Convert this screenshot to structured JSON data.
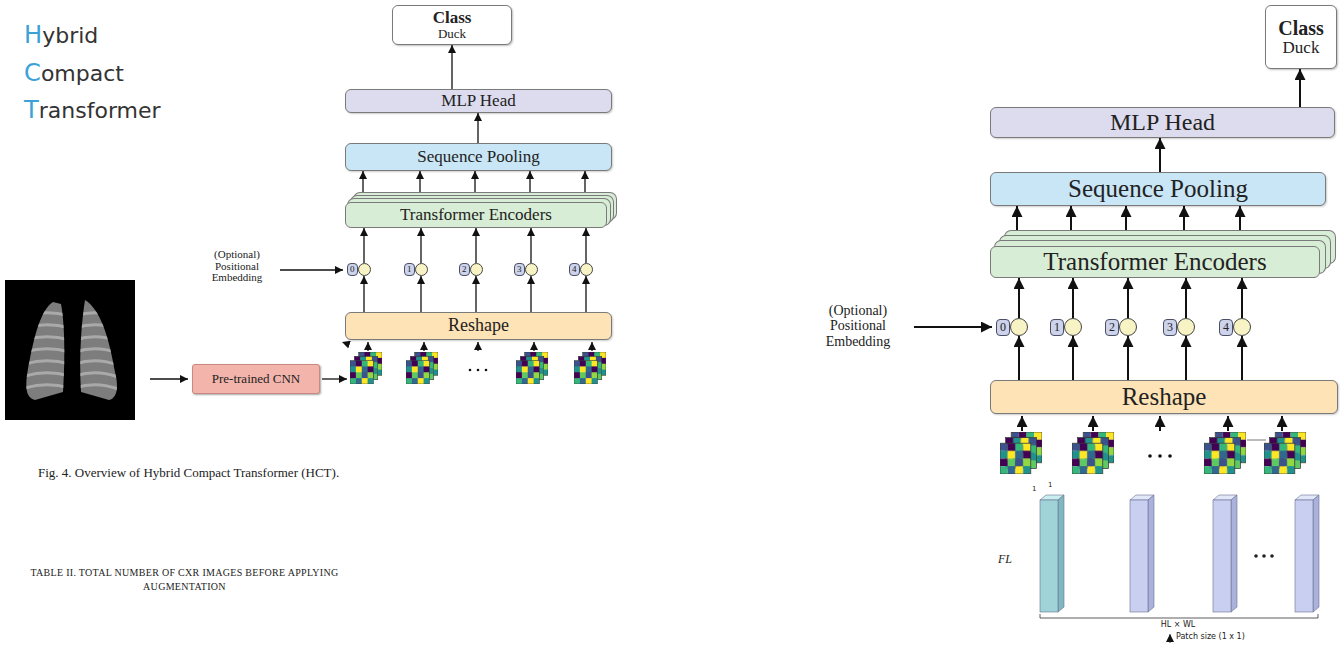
{
  "diagram": {
    "caption": "Fig. 4. Overview of Hybrid Compact Transformer (HCT).",
    "nodes": [
      {
        "text": [
          "Class",
          "Duck"
        ]
      },
      {
        "text": [
          "MLP Head"
        ]
      },
      {
        "text": [
          "Sequence Pooling"
        ]
      },
      {
        "text": [
          "Transformer Encoders"
        ]
      },
      {
        "text": [
          "0"
        ]
      },
      {
        "text": [
          "1"
        ]
      },
      {
        "text": [
          "2"
        ]
      },
      {
        "text": [
          "3"
        ]
      },
      {
        "text": [
          "4"
        ]
      },
      {
        "text": [
          "Reshape"
        ]
      },
      {
        "text": [
          "Pre-trained CNN"
        ]
      },
      {
        "text": [
          "Class",
          "Duck"
        ]
      },
      {
        "text": [
          "MLP Head"
        ]
      },
      {
        "text": [
          "Sequence Pooling"
        ]
      },
      {
        "text": [
          "Transformer Encoders"
        ]
      },
      {
        "text": [
          "0"
        ]
      },
      {
        "text": [
          "1"
        ]
      },
      {
        "text": [
          "2"
        ]
      },
      {
        "text": [
          "3"
        ]
      },
      {
        "text": [
          "4"
        ]
      },
      {
        "text": [
          "Reshape"
        ]
      }
    ],
    "edges": [
      {
        "from": 1,
        "to": 0,
        "arrow": "to"
      },
      {
        "from": 2,
        "to": 1,
        "arrow": "to"
      },
      {
        "from": 3,
        "to": 2,
        "arrow": "to"
      },
      {
        "from": 3,
        "to": 2,
        "arrow": "to"
      },
      {
        "from": 3,
        "to": 2,
        "arrow": "to"
      },
      {
        "from": 3,
        "to": 2,
        "arrow": "to"
      },
      {
        "from": 3,
        "to": 2,
        "arrow": "to"
      },
      {
        "from": 4,
        "to": 3,
        "arrow": "to"
      },
      {
        "from": 5,
        "to": 3,
        "arrow": "to"
      },
      {
        "from": 6,
        "to": 3,
        "arrow": "to"
      },
      {
        "from": 7,
        "to": 3,
        "arrow": "to"
      },
      {
        "from": 8,
        "to": 3,
        "arrow": "to"
      },
      {
        "from": 9,
        "to": 4,
        "arrow": "to"
      },
      {
        "from": 9,
        "to": 5,
        "arrow": "to"
      },
      {
        "from": 9,
        "to": 6,
        "arrow": "to"
      },
      {
        "from": 9,
        "to": 7,
        "arrow": "to"
      },
      {
        "from": 9,
        "to": 8,
        "arrow": "to"
      },
      {
        "from": 12,
        "to": 11,
        "arrow": "to"
      },
      {
        "from": 13,
        "to": 12,
        "arrow": "to"
      },
      {
        "from": 14,
        "to": 13,
        "arrow": "to"
      },
      {
        "from": 14,
        "to": 13,
        "arrow": "to"
      },
      {
        "from": 14,
        "to": 13,
        "arrow": "to"
      },
      {
        "from": 14,
        "to": 13,
        "arrow": "to"
      },
      {
        "from": 14,
        "to": 13,
        "arrow": "to"
      },
      {
        "from": 15,
        "to": 14,
        "arrow": "to"
      },
      {
        "from": 16,
        "to": 14,
        "arrow": "to"
      },
      {
        "from": 17,
        "to": 14,
        "arrow": "to"
      },
      {
        "from": 18,
        "to": 14,
        "arrow": "to"
      },
      {
        "from": 19,
        "to": 14,
        "arrow": "to"
      },
      {
        "from": 20,
        "to": 15,
        "arrow": "to"
      },
      {
        "from": 20,
        "to": 16,
        "arrow": "to"
      },
      {
        "from": 20,
        "to": 17,
        "arrow": "to"
      },
      {
        "from": 20,
        "to": 18,
        "arrow": "to"
      },
      {
        "from": 20,
        "to": 19,
        "arrow": "to"
      }
    ],
    "labels": [
      "Hybrid",
      "Compact",
      "Transformer",
      "(Optional) Positional Embedding",
      "TABLE II. TOTAL NUMBER OF CXR IMAGES BEFORE APPLYING AUGMENTATION",
      "(Optional) Positional Embedding",
      "1",
      "1",
      "FL",
      "HL × WL",
      "Patch size (1 x 1)"
    ]
  }
}
